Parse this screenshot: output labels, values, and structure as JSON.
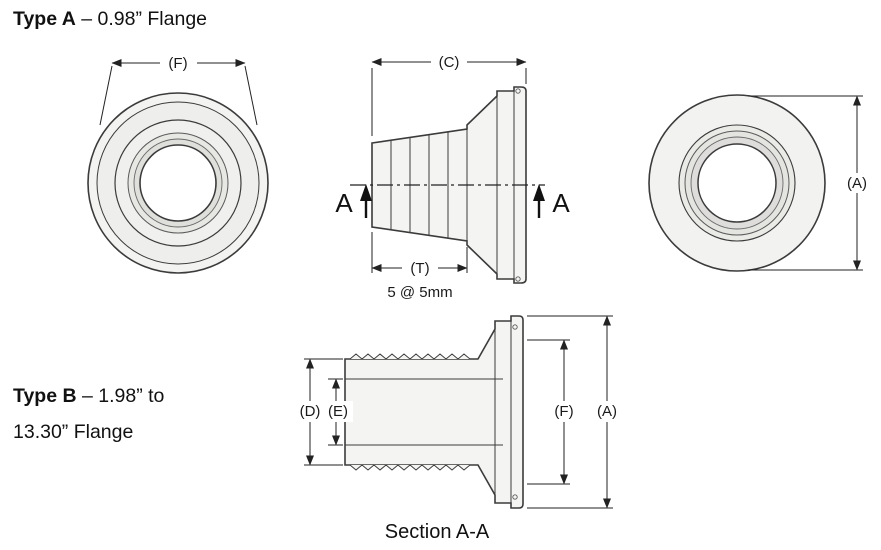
{
  "titles": {
    "type_a_bold": "Type A",
    "type_a_rest": " – 0.98” Flange",
    "type_b_bold": "Type B",
    "type_b_rest": " – 1.98” to",
    "type_b_line2": "13.30” Flange"
  },
  "labels": {
    "dim_f": "(F)",
    "dim_c": "(C)",
    "dim_a": "(A)",
    "dim_t": "(T)",
    "dim_d": "(D)",
    "dim_e": "(E)",
    "barb_note": "5 @ 5mm",
    "section_title": "Section A-A",
    "cut_letter": "A"
  },
  "colors": {
    "outline": "#3b3b3b",
    "body_fill": "#f4f4f2",
    "dimension_line": "#222222",
    "text": "#111111"
  }
}
